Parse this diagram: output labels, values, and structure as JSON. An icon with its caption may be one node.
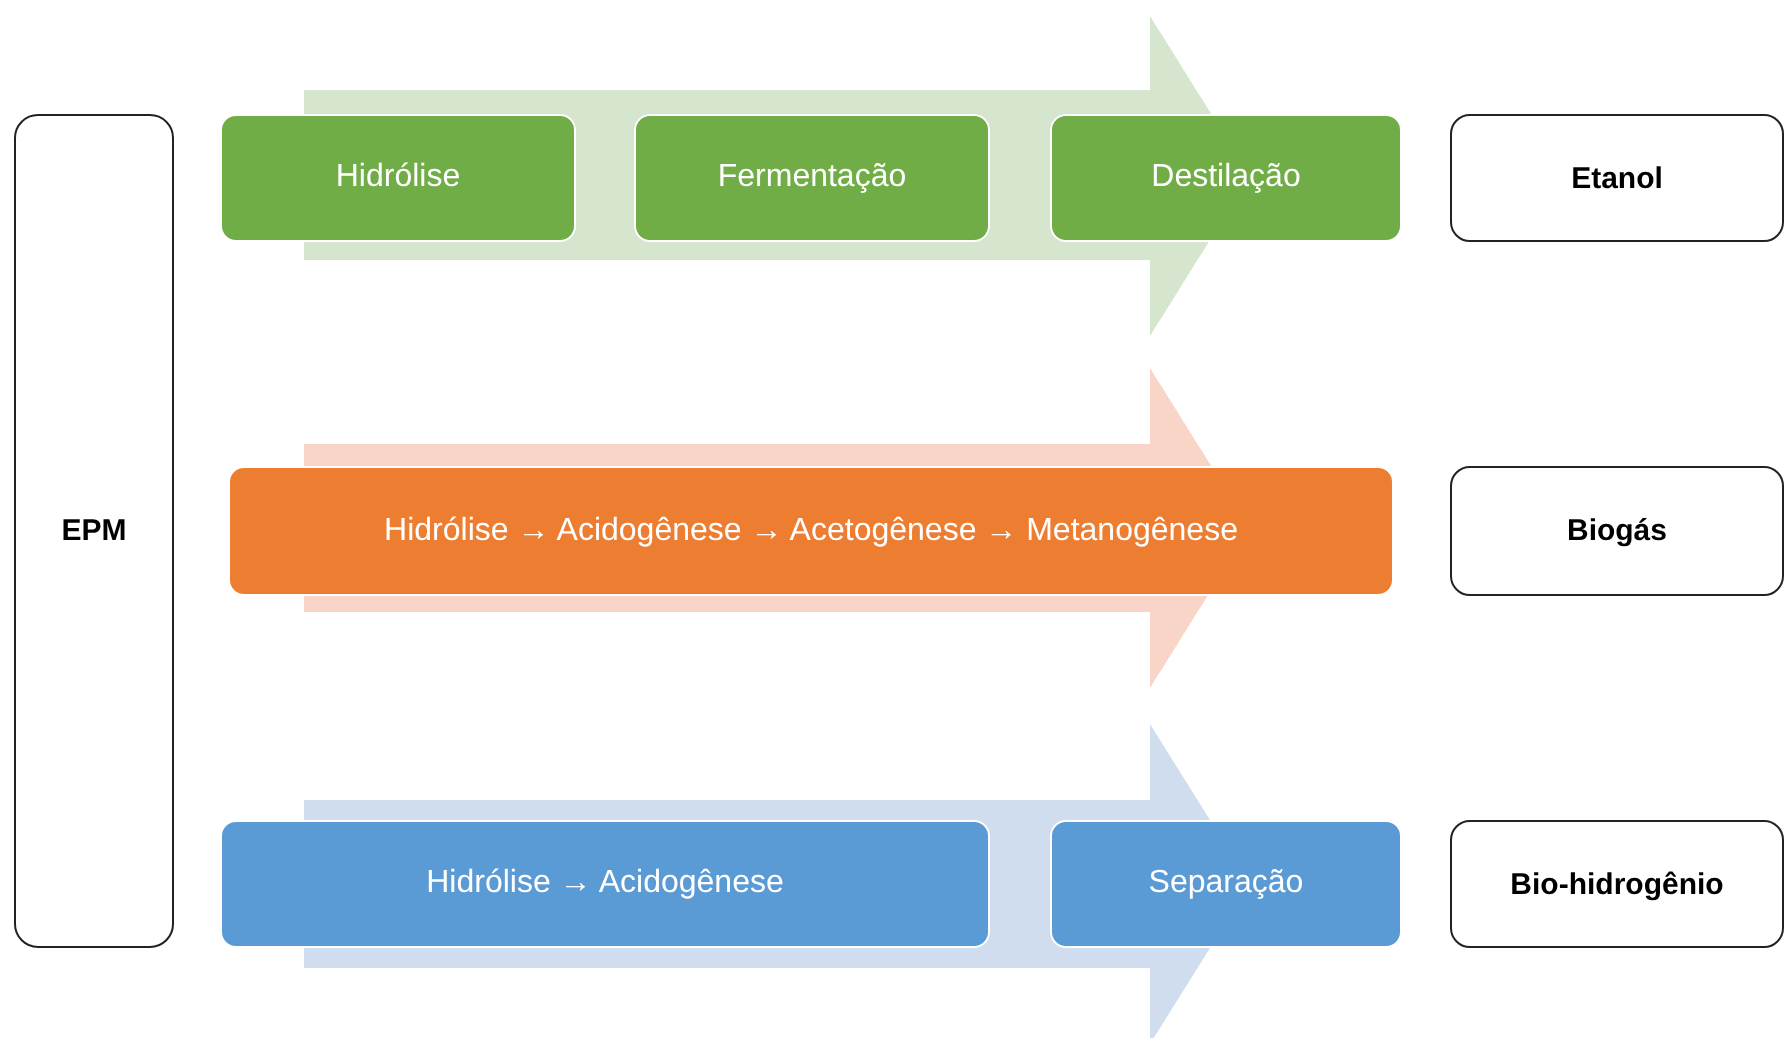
{
  "diagram": {
    "nodes": [
      {
        "text": [
          "EPM"
        ]
      },
      {
        "text": [
          "Hidrólise"
        ]
      },
      {
        "text": [
          "Fermentação"
        ]
      },
      {
        "text": [
          "Destilação"
        ]
      },
      {
        "text": [
          "Etanol"
        ]
      },
      {
        "text": [
          "Hidrólise → Acidogênese → Acetogênese → Metanogênese"
        ]
      },
      {
        "text": [
          "Biogás"
        ]
      },
      {
        "text": [
          "Hidrólise → Acidogênese"
        ]
      },
      {
        "text": [
          "Separação"
        ]
      },
      {
        "text": [
          "Bio-hidrogênio"
        ]
      }
    ]
  }
}
